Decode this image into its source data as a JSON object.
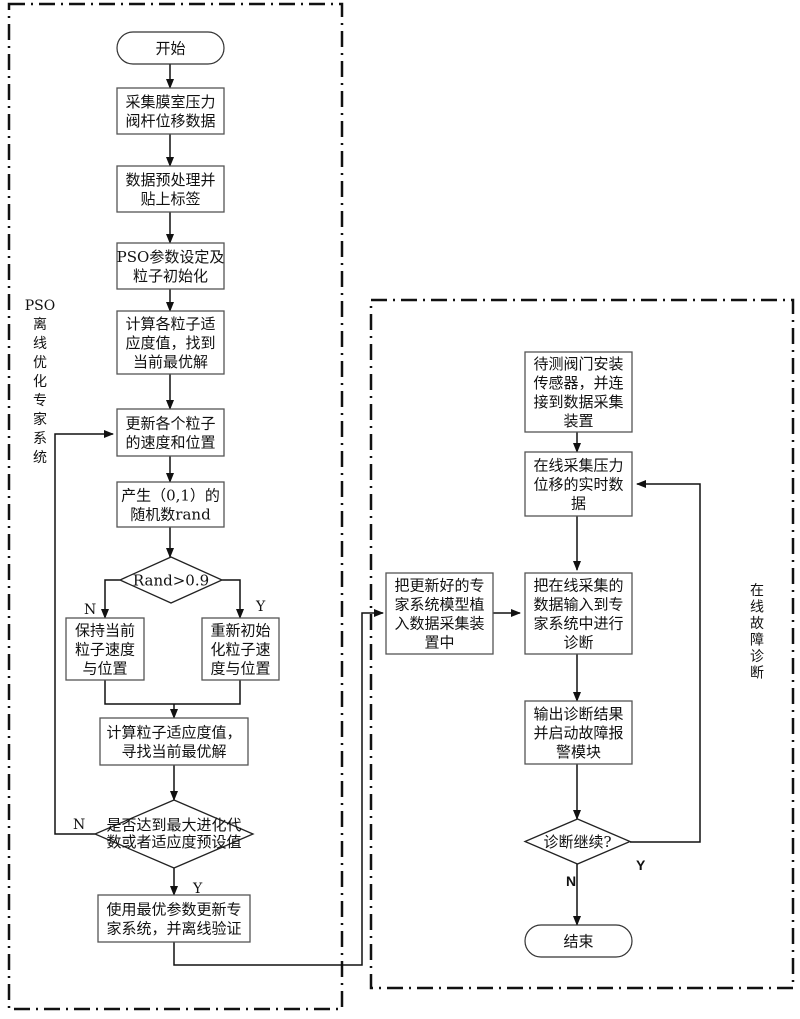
{
  "regions": {
    "offline": {
      "title_lines": [
        "PSO",
        "离",
        "线",
        "优",
        "化",
        "专",
        "家",
        "系",
        "统"
      ]
    },
    "online": {
      "title_lines": [
        "在",
        "线",
        "故",
        "障",
        "诊",
        "断"
      ]
    }
  },
  "nodes": {
    "start": {
      "lines": [
        "开始"
      ]
    },
    "collect": {
      "lines": [
        "采集膜室压力",
        "阀杆位移数据"
      ]
    },
    "preprocess": {
      "lines": [
        "数据预处理并",
        "贴上标签"
      ]
    },
    "pso_init": {
      "lines": [
        "PSO参数设定及",
        "粒子初始化"
      ]
    },
    "calc_fitness": {
      "lines": [
        "计算各粒子适",
        "应度值，找到",
        "当前最优解"
      ]
    },
    "update": {
      "lines": [
        "更新各个粒子",
        "的速度和位置"
      ]
    },
    "rand": {
      "lines": [
        "产生（0,1）的",
        "随机数rand"
      ]
    },
    "rand_check": {
      "lines": [
        "Rand>0.9"
      ]
    },
    "keep": {
      "lines": [
        "保持当前",
        "粒子速度",
        "与位置"
      ]
    },
    "reinit": {
      "lines": [
        "重新初始",
        "化粒子速",
        "度与位置"
      ]
    },
    "calc_fitness2": {
      "lines": [
        "计算粒子适应度值，",
        "寻找当前最优解"
      ]
    },
    "max_check": {
      "lines": [
        "是否达到最大进化代",
        "数或者适应度预设值"
      ]
    },
    "update_expert": {
      "lines": [
        "使用最优参数更新专",
        "家系统，并离线验证"
      ]
    },
    "implant": {
      "lines": [
        "把更新好的专",
        "家系统模型植",
        "入数据采集装",
        "置中"
      ]
    },
    "install": {
      "lines": [
        "待测阀门安装",
        "传感器，并连",
        "接到数据采集",
        "装置"
      ]
    },
    "online_collect": {
      "lines": [
        "在线采集压力",
        "位移的实时数",
        "据"
      ]
    },
    "input_diag": {
      "lines": [
        "把在线采集的",
        "数据输入到专",
        "家系统中进行",
        "诊断"
      ]
    },
    "output": {
      "lines": [
        "输出诊断结果",
        "并启动故障报",
        "警模块"
      ]
    },
    "continue_check": {
      "lines": [
        "诊断继续?"
      ]
    },
    "end": {
      "lines": [
        "结束"
      ]
    }
  },
  "edge_labels": {
    "rand_no": "N",
    "rand_yes": "Y",
    "max_no": "N",
    "max_yes": "Y",
    "continue_yes": "Y",
    "continue_no": "N"
  }
}
